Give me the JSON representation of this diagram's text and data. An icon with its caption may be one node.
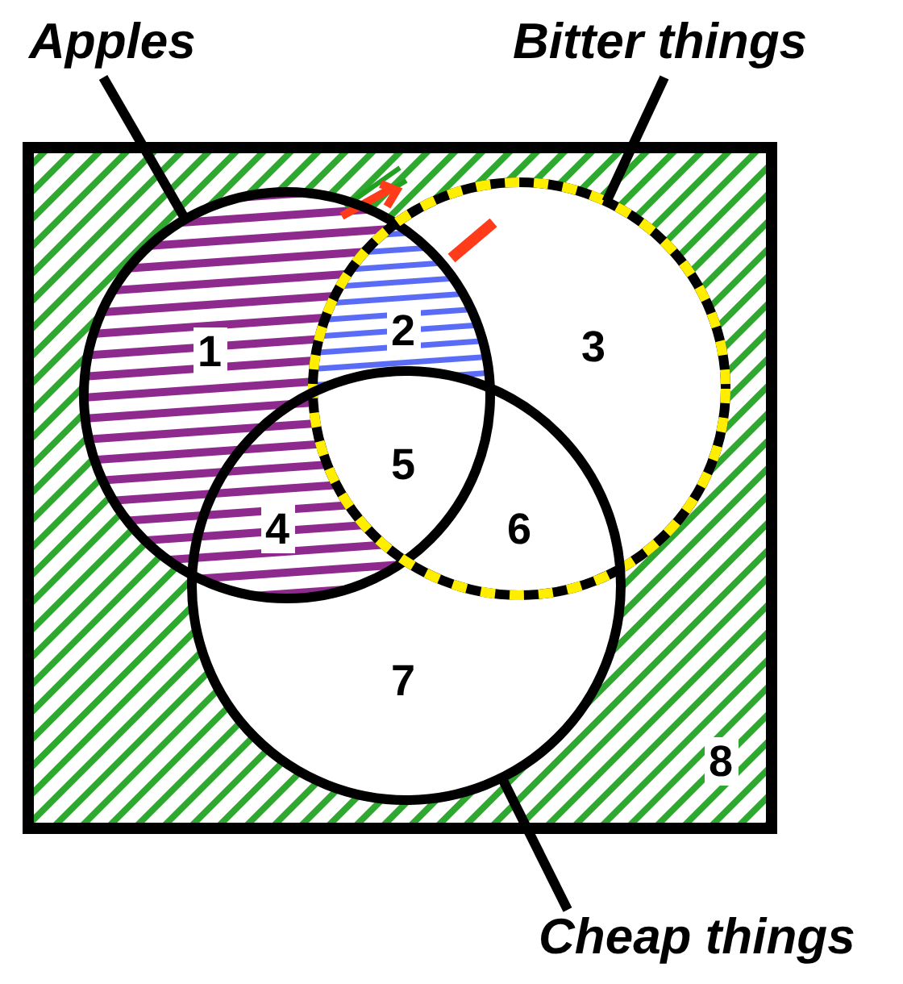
{
  "diagram": {
    "nodes": [
      {
        "text": [],
        "shape": "box"
      },
      {
        "text": [
          "Apples"
        ]
      },
      {
        "text": [],
        "shape": "circle",
        "in": 0
      },
      {
        "text": [
          "Bitter things"
        ]
      },
      {
        "text": [],
        "shape": "circle",
        "in": 0
      },
      {
        "text": [
          "Cheap things"
        ]
      },
      {
        "text": [],
        "shape": "circle",
        "in": 0
      }
    ],
    "edges": [
      {
        "from": 1,
        "to": 2,
        "arrow": "none"
      },
      {
        "from": 3,
        "to": 4,
        "arrow": "none"
      },
      {
        "from": 5,
        "to": 6,
        "arrow": "none"
      }
    ],
    "labels": [
      "1",
      "2",
      "3",
      "4",
      "5",
      "6",
      "7",
      "8"
    ]
  }
}
